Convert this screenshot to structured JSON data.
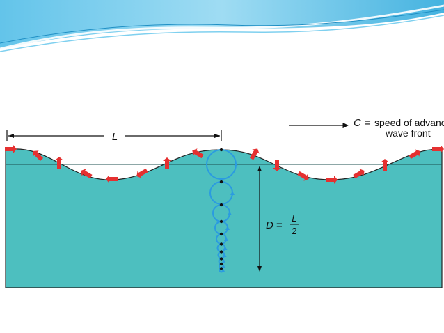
{
  "diagram": {
    "wavelength_label": "L",
    "speed_symbol": "C",
    "speed_equals": "=",
    "speed_line1": "speed of advancing",
    "speed_line2": "wave front",
    "depth_symbol": "D",
    "depth_equals": "=",
    "depth_numerator": "L",
    "depth_denominator": "2"
  },
  "colors": {
    "water": "#4dbfbf",
    "orbit": "#2b9be0",
    "arrow": "#e53030",
    "header_wave": "#3fb0dd"
  }
}
